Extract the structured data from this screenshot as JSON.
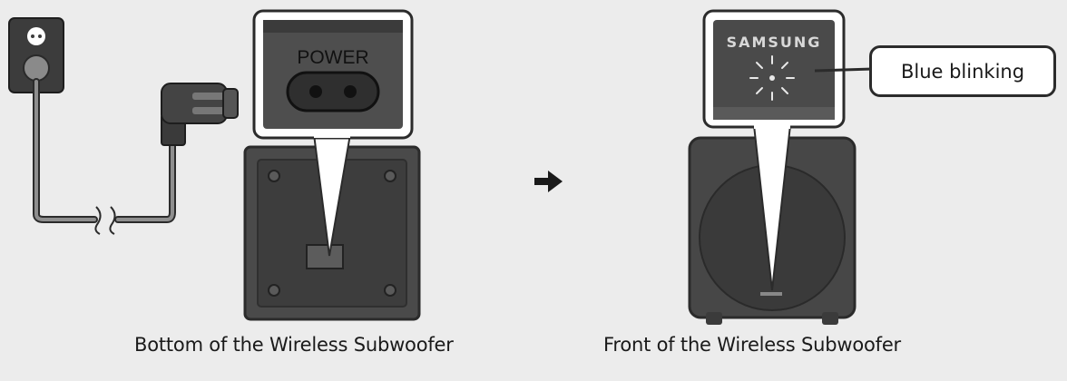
{
  "panels": {
    "bottom": {
      "port_label": "POWER",
      "caption": "Bottom of the Wireless Subwoofer"
    },
    "front": {
      "brand": "SAMSUNG",
      "status_callout": "Blue blinking",
      "caption": "Front of the Wireless Subwoofer"
    }
  },
  "icons": {
    "outlet": "wall-outlet-icon",
    "plug": "angled-power-plug-icon",
    "arrow": "right-arrow-icon",
    "led": "blinking-led-icon"
  },
  "colors": {
    "background": "#ececec",
    "device_body": "#4a4a4a",
    "outline": "#2b2b2b",
    "zoom_panel": "#ffffff"
  }
}
